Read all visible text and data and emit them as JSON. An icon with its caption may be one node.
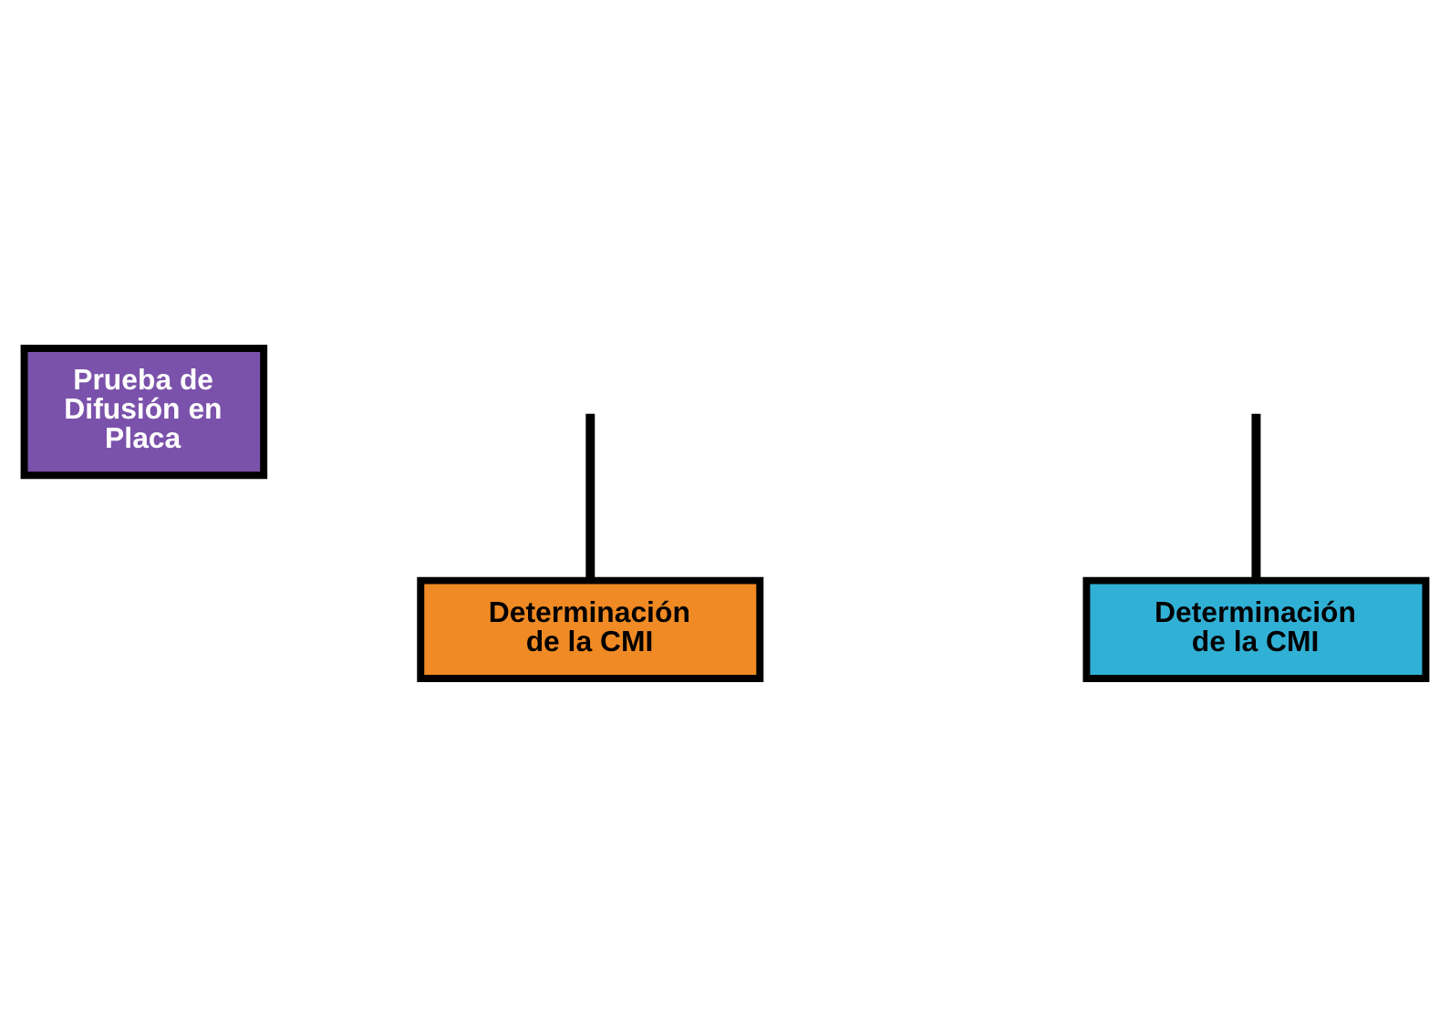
{
  "diagram": {
    "nodes": [
      {
        "text": [
          "Prueba de Difusión en Placa"
        ]
      },
      {
        "text": [
          "Determinación de la CMI"
        ]
      },
      {
        "text": [
          "Determinación de la CMI"
        ]
      }
    ],
    "edges": [
      {
        "from": null,
        "to": 1,
        "arrow": "none"
      },
      {
        "from": null,
        "to": 2,
        "arrow": "none"
      }
    ]
  }
}
